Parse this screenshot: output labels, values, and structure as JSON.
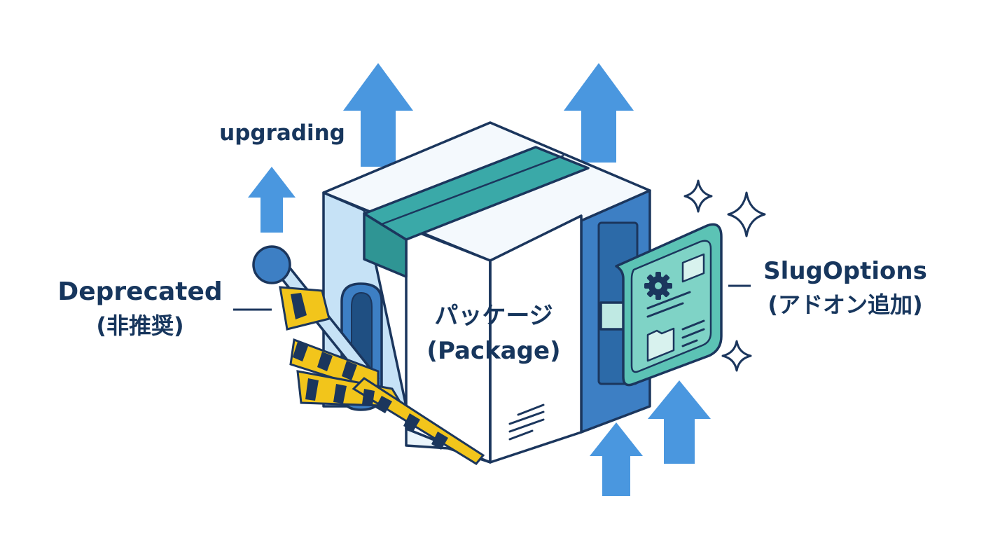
{
  "labels": {
    "upgrading": "upgrading",
    "deprecated_en": "Deprecated",
    "deprecated_jp": "(非推奨)",
    "package_jp": "パッケージ",
    "package_en": "(Package)",
    "addon_en": "SlugOptions",
    "addon_jp": "(アドオン追加)"
  },
  "colors": {
    "outline": "#1b365d",
    "arrow_blue": "#4a97df",
    "side_light": "#c6e2f6",
    "side_dark": "#3d7fc4",
    "tape_teal": "#3aa9a8",
    "card_teal": "#5cc3b5",
    "hazard_yellow": "#f2c51b",
    "text_navy": "#17365d"
  }
}
